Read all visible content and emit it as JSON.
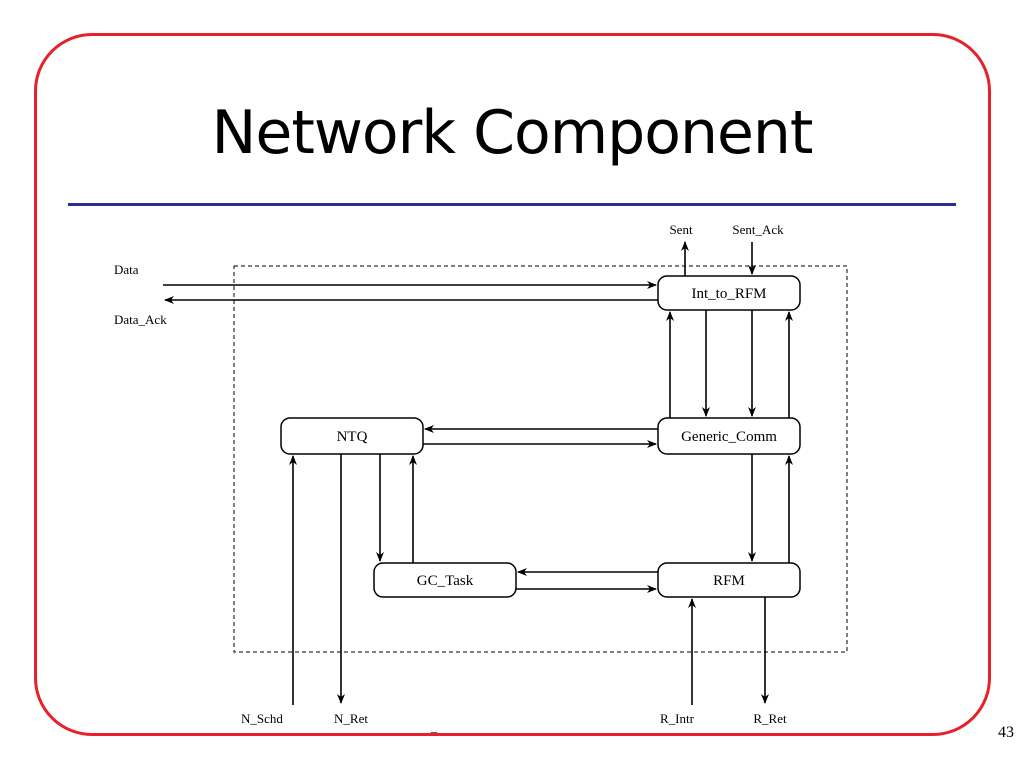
{
  "slide": {
    "title": "Network Component",
    "page_number": "43",
    "colors": {
      "frame": "#e8202a",
      "rule": "#2a2f8f"
    }
  },
  "diagram": {
    "nodes": {
      "int_to_rfm": "Int_to_RFM",
      "generic_comm": "Generic_Comm",
      "ntq": "NTQ",
      "gc_task": "GC_Task",
      "rfm": "RFM"
    },
    "ports": {
      "data": "Data",
      "data_ack": "Data_Ack",
      "sent": "Sent",
      "sent_ack": "Sent_Ack",
      "n_schd": "N_Schd",
      "n_ret": "N_Ret",
      "r_intr": "R_Intr",
      "r_ret": "R_Ret"
    },
    "stray_mark": "_"
  }
}
